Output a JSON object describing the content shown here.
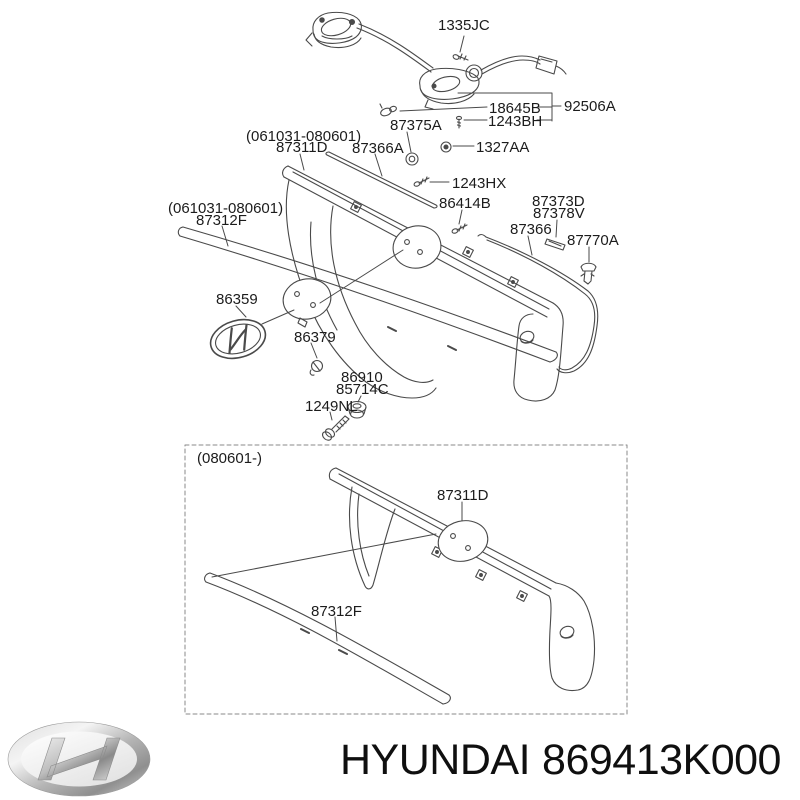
{
  "parts": [
    {
      "id": "1335JC",
      "label": "1335JC"
    },
    {
      "id": "18645B",
      "label": "18645B"
    },
    {
      "id": "92506A",
      "label": "92506A"
    },
    {
      "id": "1243BH",
      "label": "1243BH"
    },
    {
      "id": "87375A",
      "label": "87375A"
    },
    {
      "id": "1327AA",
      "label": "1327AA"
    },
    {
      "id": "range-upper",
      "label": "(061031-080601)"
    },
    {
      "id": "87311D",
      "label": "87311D"
    },
    {
      "id": "87366A",
      "label": "87366A"
    },
    {
      "id": "1243HX",
      "label": "1243HX"
    },
    {
      "id": "86414B",
      "label": "86414B"
    },
    {
      "id": "87373D",
      "label": "87373D"
    },
    {
      "id": "87378V",
      "label": "87378V"
    },
    {
      "id": "87366",
      "label": "87366"
    },
    {
      "id": "87770A",
      "label": "87770A"
    },
    {
      "id": "range-lower",
      "label": "(061031-080601)"
    },
    {
      "id": "87312F",
      "label": "87312F"
    },
    {
      "id": "86359",
      "label": "86359"
    },
    {
      "id": "86379",
      "label": "86379"
    },
    {
      "id": "86910",
      "label": "86910"
    },
    {
      "id": "85714C",
      "label": "85714C"
    },
    {
      "id": "1249NL",
      "label": "1249NL"
    },
    {
      "id": "range-box",
      "label": "(080601-)"
    },
    {
      "id": "87311D-box",
      "label": "87311D"
    },
    {
      "id": "87312F-box",
      "label": "87312F"
    }
  ],
  "footer": {
    "brand": "HYUNDAI",
    "part_number": "869413K000"
  },
  "colors": {
    "line": "#4a4a4a",
    "label": "#1c1c1c",
    "dashed_box": "#8a8a8a",
    "chrome_light": "#f2f2f2",
    "chrome_dark": "#8f8f8f"
  }
}
